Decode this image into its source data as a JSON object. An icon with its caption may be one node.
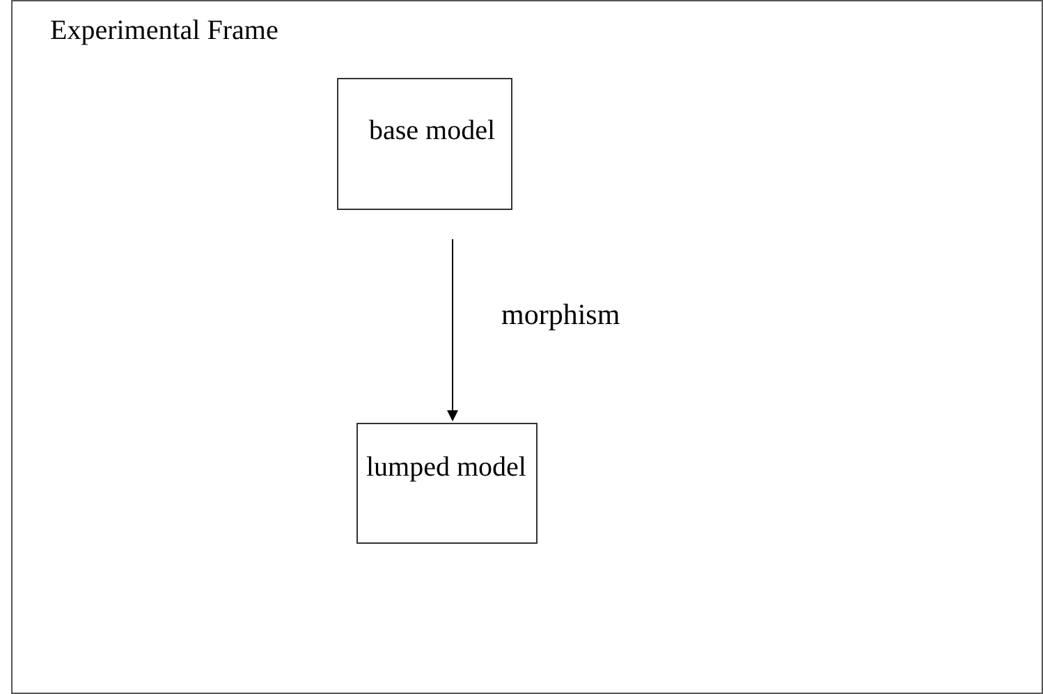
{
  "diagram": {
    "nodes": [
      {
        "text": [
          "Experimental Frame"
        ]
      },
      {
        "text": [
          "base model"
        ],
        "in": 0
      },
      {
        "text": [
          "lumped  model"
        ],
        "in": 0
      }
    ],
    "edges": [
      {
        "from": 1,
        "to": 2,
        "arrow": "to",
        "label": "morphism"
      }
    ]
  }
}
